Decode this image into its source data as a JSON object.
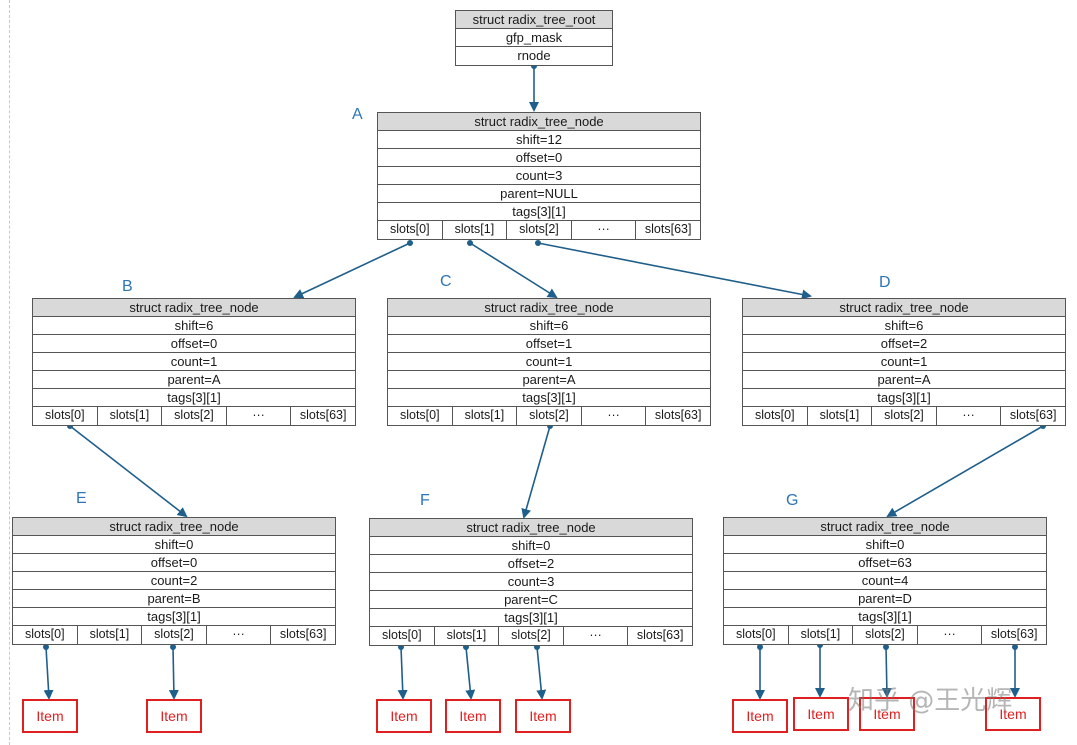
{
  "diagram": {
    "root": {
      "title": "struct radix_tree_root",
      "fields": [
        "gfp_mask",
        "rnode"
      ]
    },
    "nodes": [
      {
        "id": "A",
        "label": "A",
        "title": "struct radix_tree_node",
        "fields": [
          "shift=12",
          "offset=0",
          "count=3",
          "parent=NULL",
          "tags[3][1]"
        ],
        "slots": [
          "slots[0]",
          "slots[1]",
          "slots[2]",
          "···",
          "slots[63]"
        ]
      },
      {
        "id": "B",
        "label": "B",
        "title": "struct radix_tree_node",
        "fields": [
          "shift=6",
          "offset=0",
          "count=1",
          "parent=A",
          "tags[3][1]"
        ],
        "slots": [
          "slots[0]",
          "slots[1]",
          "slots[2]",
          "···",
          "slots[63]"
        ]
      },
      {
        "id": "C",
        "label": "C",
        "title": "struct radix_tree_node",
        "fields": [
          "shift=6",
          "offset=1",
          "count=1",
          "parent=A",
          "tags[3][1]"
        ],
        "slots": [
          "slots[0]",
          "slots[1]",
          "slots[2]",
          "···",
          "slots[63]"
        ]
      },
      {
        "id": "D",
        "label": "D",
        "title": "struct radix_tree_node",
        "fields": [
          "shift=6",
          "offset=2",
          "count=1",
          "parent=A",
          "tags[3][1]"
        ],
        "slots": [
          "slots[0]",
          "slots[1]",
          "slots[2]",
          "···",
          "slots[63]"
        ]
      },
      {
        "id": "E",
        "label": "E",
        "title": "struct radix_tree_node",
        "fields": [
          "shift=0",
          "offset=0",
          "count=2",
          "parent=B",
          "tags[3][1]"
        ],
        "slots": [
          "slots[0]",
          "slots[1]",
          "slots[2]",
          "···",
          "slots[63]"
        ]
      },
      {
        "id": "F",
        "label": "F",
        "title": "struct radix_tree_node",
        "fields": [
          "shift=0",
          "offset=2",
          "count=3",
          "parent=C",
          "tags[3][1]"
        ],
        "slots": [
          "slots[0]",
          "slots[1]",
          "slots[2]",
          "···",
          "slots[63]"
        ]
      },
      {
        "id": "G",
        "label": "G",
        "title": "struct radix_tree_node",
        "fields": [
          "shift=0",
          "offset=63",
          "count=4",
          "parent=D",
          "tags[3][1]"
        ],
        "slots": [
          "slots[0]",
          "slots[1]",
          "slots[2]",
          "···",
          "slots[63]"
        ]
      }
    ],
    "item_label": "Item",
    "edges": [
      {
        "from": "root.rnode",
        "to": "A"
      },
      {
        "from": "A.slots[0]",
        "to": "B"
      },
      {
        "from": "A.slots[1]",
        "to": "C"
      },
      {
        "from": "A.slots[2]",
        "to": "D"
      },
      {
        "from": "B.slots[0]",
        "to": "E"
      },
      {
        "from": "C.slots[2]",
        "to": "F"
      },
      {
        "from": "D.slots[63]",
        "to": "G"
      },
      {
        "from": "E.slots[0]",
        "to": "Item"
      },
      {
        "from": "E.slots[2]",
        "to": "Item"
      },
      {
        "from": "F.slots[0]",
        "to": "Item"
      },
      {
        "from": "F.slots[1]",
        "to": "Item"
      },
      {
        "from": "F.slots[2]",
        "to": "Item"
      },
      {
        "from": "G.slots[0]",
        "to": "Item"
      },
      {
        "from": "G.slots[1]",
        "to": "Item"
      },
      {
        "from": "G.slots[2]",
        "to": "Item"
      },
      {
        "from": "G.slots[63]",
        "to": "Item"
      }
    ],
    "watermark": "知乎 @王光辉",
    "colors": {
      "arrow": "#1f5f8b",
      "item": "#e02020",
      "label": "#2e75b6",
      "header": "#d9d9d9"
    }
  }
}
